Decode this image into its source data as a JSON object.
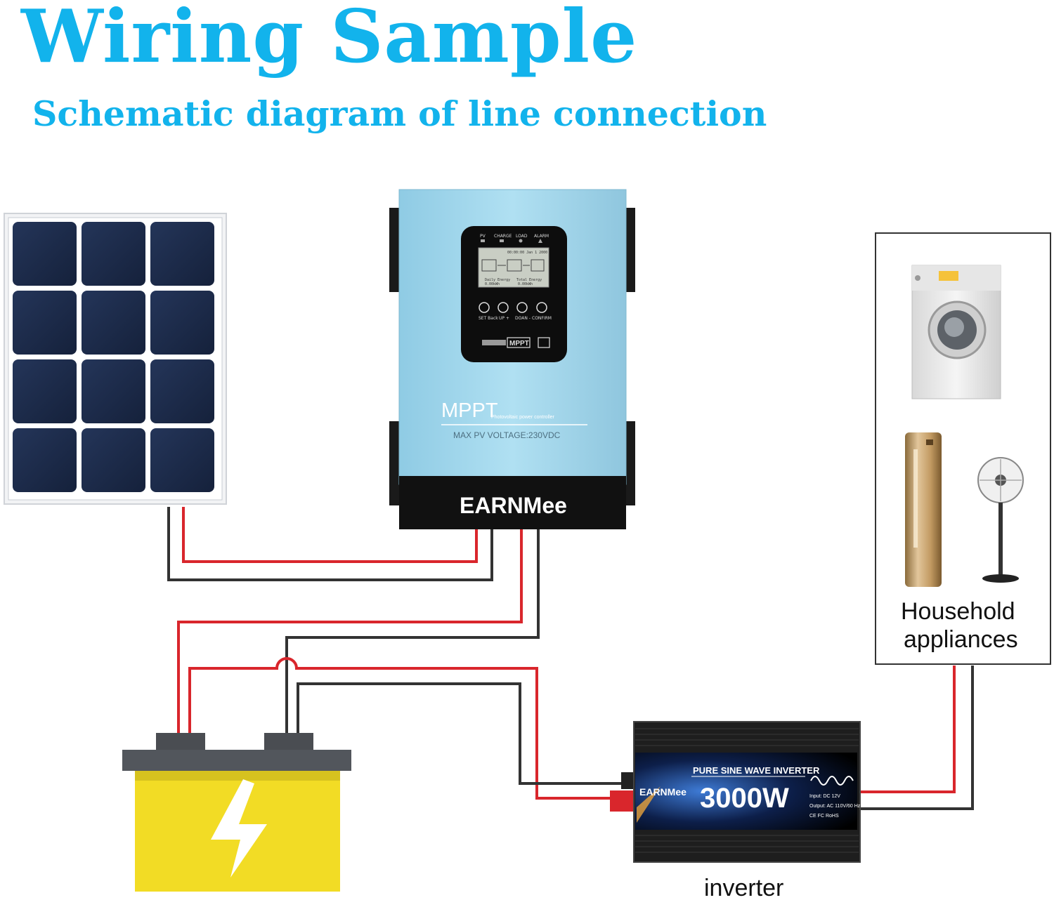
{
  "title": "Wiring Sample",
  "subtitle": "Schematic diagram of line connection",
  "controller": {
    "status_labels": [
      "PV",
      "CHARGE",
      "LOAD",
      "ALARM"
    ],
    "lcd_line1": "00:00:00 Jan 1 2000",
    "lcd_daily": "Daily Energy",
    "lcd_daily_val": "0.00kWh",
    "lcd_total": "Total Energy",
    "lcd_total_val": "0.00kWh",
    "button_labels": [
      "SET Back",
      "UP +",
      "DOAN -",
      "CONFIRM"
    ],
    "mppt_badge": "MPPT",
    "model": "MPPT",
    "model_sub": "Photovoltaic power controller",
    "max_voltage": "MAX PV VOLTAGE:230VDC",
    "brand": "EARNMee"
  },
  "inverter": {
    "brand": "EARNMee",
    "headline": "PURE SINE WAVE INVERTER",
    "power": "3000W",
    "input": "Input: DC 12V",
    "output": "Output: AC 110V/60 Hz",
    "certs": "CE FC RoHS",
    "caption": "inverter"
  },
  "appliances": {
    "caption_line1": "Household",
    "caption_line2": "appliances"
  },
  "colors": {
    "title": "#12b3ec",
    "wire_red": "#d9262c",
    "wire_dark": "#333333",
    "controller_body": "#a8dcef",
    "battery_body": "#f2dc25",
    "panel_cell": "#1b2a47"
  }
}
